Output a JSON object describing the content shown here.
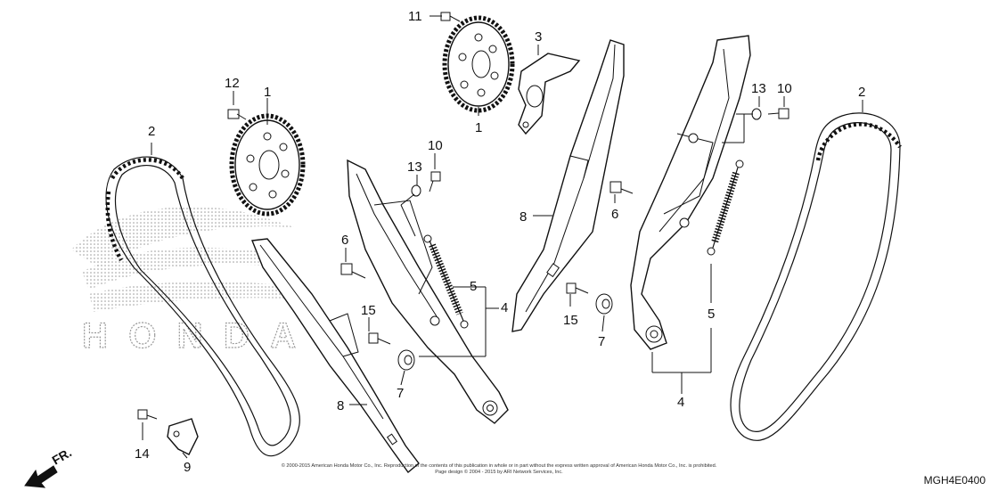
{
  "callouts": {
    "c1a": "1",
    "c1b": "1",
    "c2a": "2",
    "c2b": "2",
    "c3": "3",
    "c4a": "4",
    "c4b": "4",
    "c5a": "5",
    "c5b": "5",
    "c6a": "6",
    "c6b": "6",
    "c7a": "7",
    "c7b": "7",
    "c8a": "8",
    "c8b": "8",
    "c9": "9",
    "c10a": "10",
    "c10b": "10",
    "c11": "11",
    "c12": "12",
    "c13a": "13",
    "c13b": "13",
    "c14": "14",
    "c15a": "15",
    "c15b": "15"
  },
  "direction_label": "FR.",
  "watermark_text": "HONDA",
  "copyright_line1": "© 2000-2015 American Honda Motor Co., Inc. Reproduction of the contents of this publication in whole or in part without the express written approval of American Honda Motor Co., Inc. is prohibited.",
  "copyright_line2": "Page design © 2004 - 2015 by ARI Network Services, Inc.",
  "diagram_code": "MGH4E0400"
}
